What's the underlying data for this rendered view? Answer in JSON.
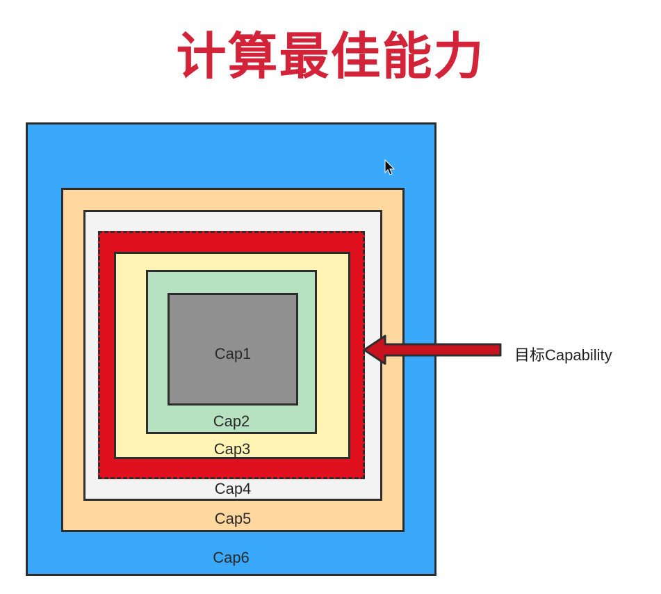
{
  "title": "计算最佳能力",
  "target_label": "目标Capability",
  "colors": {
    "title": "#d32338",
    "cap6": "#3aa9fb",
    "cap5": "#ffd8a0",
    "cap4": "#f3f3f4",
    "cap3_frame": "#e0101f",
    "cap3": "#fff4b4",
    "cap2": "#b7e2c1",
    "cap1": "#909090",
    "arrow": "#c8121e"
  },
  "capabilities": [
    {
      "label": "Cap1"
    },
    {
      "label": "Cap2"
    },
    {
      "label": "Cap3"
    },
    {
      "label": "Cap4"
    },
    {
      "label": "Cap5"
    },
    {
      "label": "Cap6"
    }
  ],
  "icons": {
    "arrow": "left-arrow-icon",
    "cursor": "mouse-pointer-icon"
  }
}
